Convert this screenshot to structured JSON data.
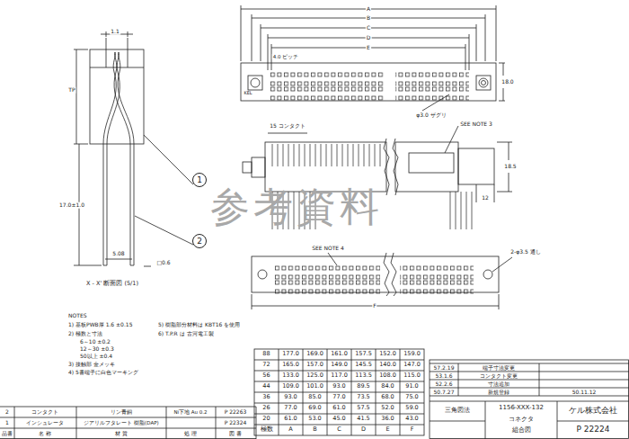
{
  "diagram": {
    "nodes": [
      {
        "text": [
          "1"
        ]
      },
      {
        "text": [
          "2"
        ]
      }
    ],
    "labels": [
      "1.1",
      "TP",
      "17.0±1.0",
      "5.08",
      "□0.6",
      "X - X' 断面図 (5/1)",
      "A",
      "B",
      "C",
      "D",
      "E",
      "4.0 ピッチ",
      "KEL",
      "18.0",
      "φ3.0 ザグリ",
      "SEE NOTE 3",
      "15 コンタクト",
      "18.5",
      "12",
      "SEE NOTE 4",
      "2-φ3.5 通し",
      "F",
      "参考資料",
      "NOTES",
      "1) 基板PWB厚 1.6 ±0.15",
      "2) 極数と寸法",
      "6～10 ±0.2",
      "12～30 ±0.3",
      "50以上 ±0.4",
      "3) 接触部 金メッキ",
      "4) 5番端子に白色マーキング",
      "5) 樹脂部分材料は KBT16 を使用",
      "6) T.P.R は 古河電工製",
      "88",
      "177.0",
      "169.0",
      "161.0",
      "157.5",
      "152.0",
      "159.0",
      "72",
      "165.0",
      "157.0",
      "149.0",
      "145.5",
      "140.0",
      "147.0",
      "56",
      "133.0",
      "125.0",
      "117.0",
      "113.5",
      "108.0",
      "115.0",
      "44",
      "109.0",
      "101.0",
      "93.0",
      "89.5",
      "84.0",
      "91.0",
      "36",
      "93.0",
      "85.0",
      "77.0",
      "73.5",
      "68.0",
      "75.0",
      "26",
      "77.0",
      "69.0",
      "61.0",
      "57.5",
      "52.0",
      "59.0",
      "20",
      "61.0",
      "53.0",
      "45.0",
      "41.5",
      "36.0",
      "43.0",
      "極数",
      "A",
      "B",
      "C",
      "D",
      "E",
      "F",
      "2",
      "コンタクト",
      "リン青銅",
      "Ni下地 Au 0.2",
      "P 22263",
      "1",
      "インシュレータ",
      "ジアリルフタレート 樹脂(DAP)",
      "P 22324",
      "品番",
      "名 称",
      "材 質",
      "処 理",
      "図 番",
      "57.2.19",
      "端子寸法変更",
      "53.1.6",
      "コンタクト変更",
      "52.2.6",
      "寸法追加",
      "50.7.27",
      "新規登録",
      "50.11.12",
      "三角図法",
      "1156-XXX-132",
      "コネクタ",
      "組合図",
      "ケル株式会社",
      "P 22224"
    ]
  }
}
